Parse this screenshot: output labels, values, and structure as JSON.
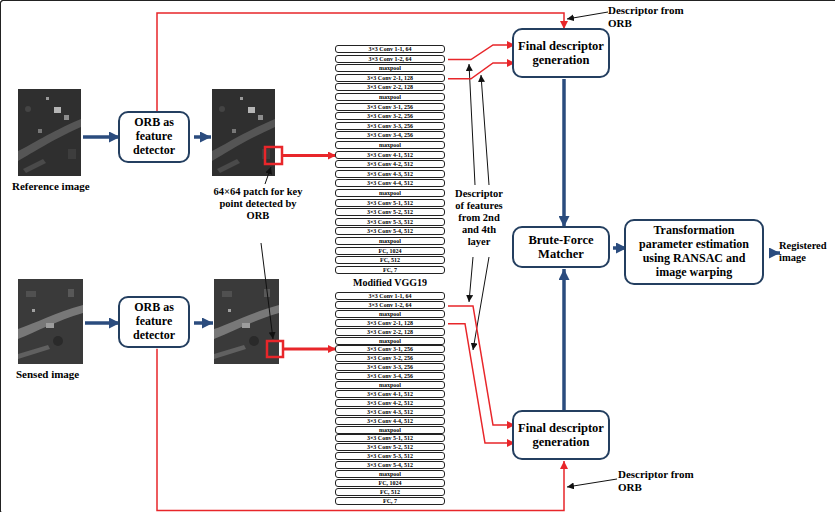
{
  "diagram": {
    "nodes": [
      {
        "text": [
          "ORB as feature detector"
        ]
      },
      {
        "text": [
          "ORB as feature detector"
        ]
      },
      {
        "text": [
          "3×3 Conv 1-1, 64"
        ]
      },
      {
        "text": [
          "3×3 Conv 1-2, 64"
        ]
      },
      {
        "text": [
          "maxpool"
        ]
      },
      {
        "text": [
          "3×3 Conv 2-1, 128"
        ]
      },
      {
        "text": [
          "3×3 Conv 2-2, 128"
        ]
      },
      {
        "text": [
          "maxpool"
        ]
      },
      {
        "text": [
          "3×3 Conv 3-1, 256"
        ]
      },
      {
        "text": [
          "3×3 Conv 3-2, 256"
        ]
      },
      {
        "text": [
          "3×3 Conv 3-3, 256"
        ]
      },
      {
        "text": [
          "3×3 Conv 3-4, 256"
        ]
      },
      {
        "text": [
          "maxpool"
        ]
      },
      {
        "text": [
          "3×3 Conv 4-1, 512"
        ]
      },
      {
        "text": [
          "3×3 Conv 4-2, 512"
        ]
      },
      {
        "text": [
          "3×3 Conv 4-3, 512"
        ]
      },
      {
        "text": [
          "3×3 Conv 4-4, 512"
        ]
      },
      {
        "text": [
          "maxpool"
        ]
      },
      {
        "text": [
          "3×3 Conv 5-1, 512"
        ]
      },
      {
        "text": [
          "3×3 Conv 5-2, 512"
        ]
      },
      {
        "text": [
          "3×3 Conv 5-3, 512"
        ]
      },
      {
        "text": [
          "3×3 Conv 5-4, 512"
        ]
      },
      {
        "text": [
          "maxpool"
        ]
      },
      {
        "text": [
          "FC, 1024"
        ]
      },
      {
        "text": [
          "FC, 512"
        ]
      },
      {
        "text": [
          "FC, 7"
        ]
      },
      {
        "text": [
          "3×3 Conv 1-1, 64"
        ]
      },
      {
        "text": [
          "3×3 Conv 1-2, 64"
        ]
      },
      {
        "text": [
          "maxpool"
        ]
      },
      {
        "text": [
          "3×3 Conv 2-1, 128"
        ]
      },
      {
        "text": [
          "3×3 Conv 2-2, 128"
        ]
      },
      {
        "text": [
          "maxpool"
        ]
      },
      {
        "text": [
          "3×3 Conv 3-1, 256"
        ]
      },
      {
        "text": [
          "3×3 Conv 3-2, 256"
        ]
      },
      {
        "text": [
          "3×3 Conv 3-3, 256"
        ]
      },
      {
        "text": [
          "3×3 Conv 3-4, 256"
        ]
      },
      {
        "text": [
          "maxpool"
        ]
      },
      {
        "text": [
          "3×3 Conv 4-1, 512"
        ]
      },
      {
        "text": [
          "3×3 Conv 4-2, 512"
        ]
      },
      {
        "text": [
          "3×3 Conv 4-3, 512"
        ]
      },
      {
        "text": [
          "3×3 Conv 4-4, 512"
        ]
      },
      {
        "text": [
          "maxpool"
        ]
      },
      {
        "text": [
          "3×3 Conv 5-1, 512"
        ]
      },
      {
        "text": [
          "3×3 Conv 5-2, 512"
        ]
      },
      {
        "text": [
          "3×3 Conv 5-3, 512"
        ]
      },
      {
        "text": [
          "3×3 Conv 5-4, 512"
        ]
      },
      {
        "text": [
          "maxpool"
        ]
      },
      {
        "text": [
          "FC, 1024"
        ]
      },
      {
        "text": [
          "FC, 512"
        ]
      },
      {
        "text": [
          "FC, 7"
        ]
      },
      {
        "text": [
          "Final descriptor generation"
        ]
      },
      {
        "text": [
          "Brute-Force Matcher"
        ]
      },
      {
        "text": [
          "Final descriptor generation"
        ]
      },
      {
        "text": [
          "Transformation parameter estimation using RANSAC and image warping"
        ]
      }
    ],
    "edges": [
      {
        "from": 0,
        "to": 50,
        "arrow": "to"
      },
      {
        "from": 3,
        "to": 50,
        "arrow": "to"
      },
      {
        "from": 5,
        "to": 50,
        "arrow": "to"
      },
      {
        "from": 27,
        "to": 52,
        "arrow": "to"
      },
      {
        "from": 29,
        "to": 52,
        "arrow": "to"
      },
      {
        "from": 1,
        "to": 52,
        "arrow": "to"
      },
      {
        "from": 50,
        "to": 51,
        "arrow": "to"
      },
      {
        "from": 52,
        "to": 51,
        "arrow": "to"
      },
      {
        "from": 51,
        "to": 53,
        "arrow": "to"
      }
    ],
    "labels": [
      "Reference image",
      "Sensed image",
      "64×64 patch for key point detected by ORB",
      "Modified VGG19",
      "Descriptor from ORB",
      "Descriptor from ORB",
      "Descriptor of features from 2nd and 4th layer",
      "Registered image"
    ]
  }
}
